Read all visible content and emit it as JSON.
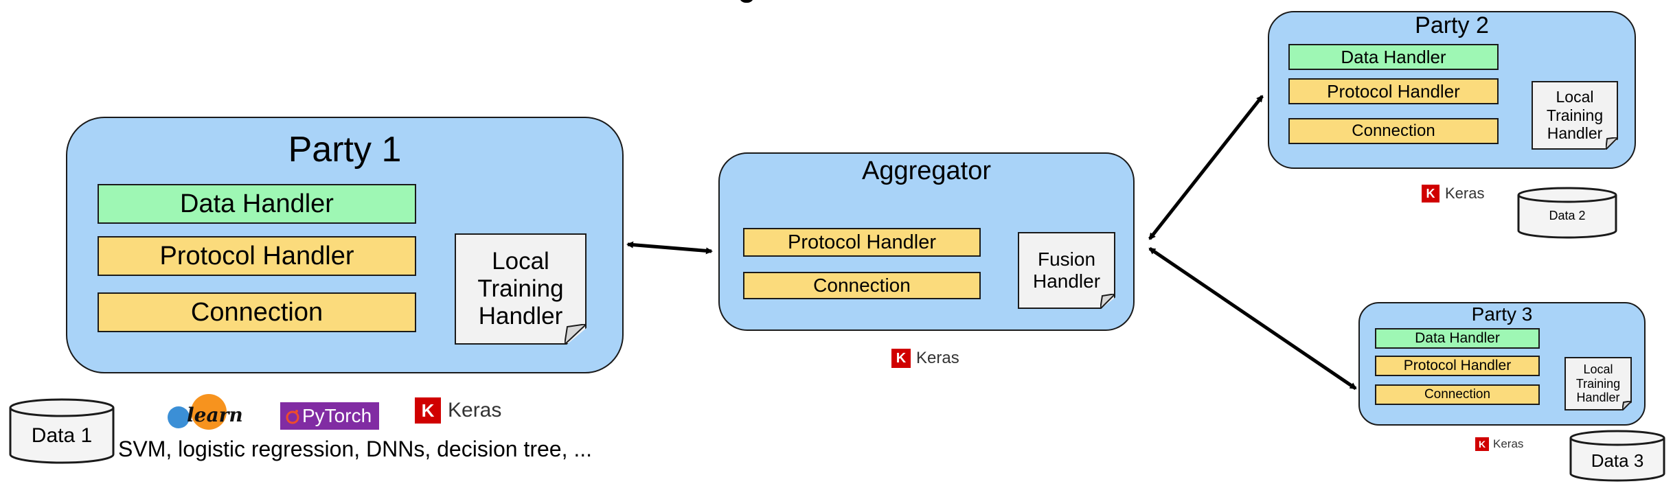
{
  "party1": {
    "title": "Party 1",
    "data_handler": "Data Handler",
    "protocol_handler": "Protocol Handler",
    "connection": "Connection",
    "local_training_handler": "Local Training Handler",
    "data_store": "Data 1",
    "libraries": [
      "learn",
      "PyTorch",
      "Keras"
    ],
    "models_caption": "SVM, logistic regression, DNNs, decision tree, ..."
  },
  "aggregator": {
    "title": "Aggregator",
    "protocol_handler": "Protocol Handler",
    "connection": "Connection",
    "fusion_handler": "Fusion Handler",
    "library": "Keras"
  },
  "party2": {
    "title": "Party 2",
    "data_handler": "Data Handler",
    "protocol_handler": "Protocol Handler",
    "connection": "Connection",
    "local_training_handler": "Local Training Handler",
    "library": "Keras",
    "data_store": "Data 2"
  },
  "party3": {
    "title": "Party 3",
    "data_handler": "Data Handler",
    "protocol_handler": "Protocol Handler",
    "connection": "Connection",
    "local_training_handler": "Local Training Handler",
    "library": "Keras",
    "data_store": "Data 3"
  },
  "colors": {
    "party_fill": "#a9d3f8",
    "data_handler_fill": "#9ef7b4",
    "handler_fill": "#fbdb7c",
    "keras_red": "#d00000",
    "pytorch_purple": "#812ca3"
  }
}
